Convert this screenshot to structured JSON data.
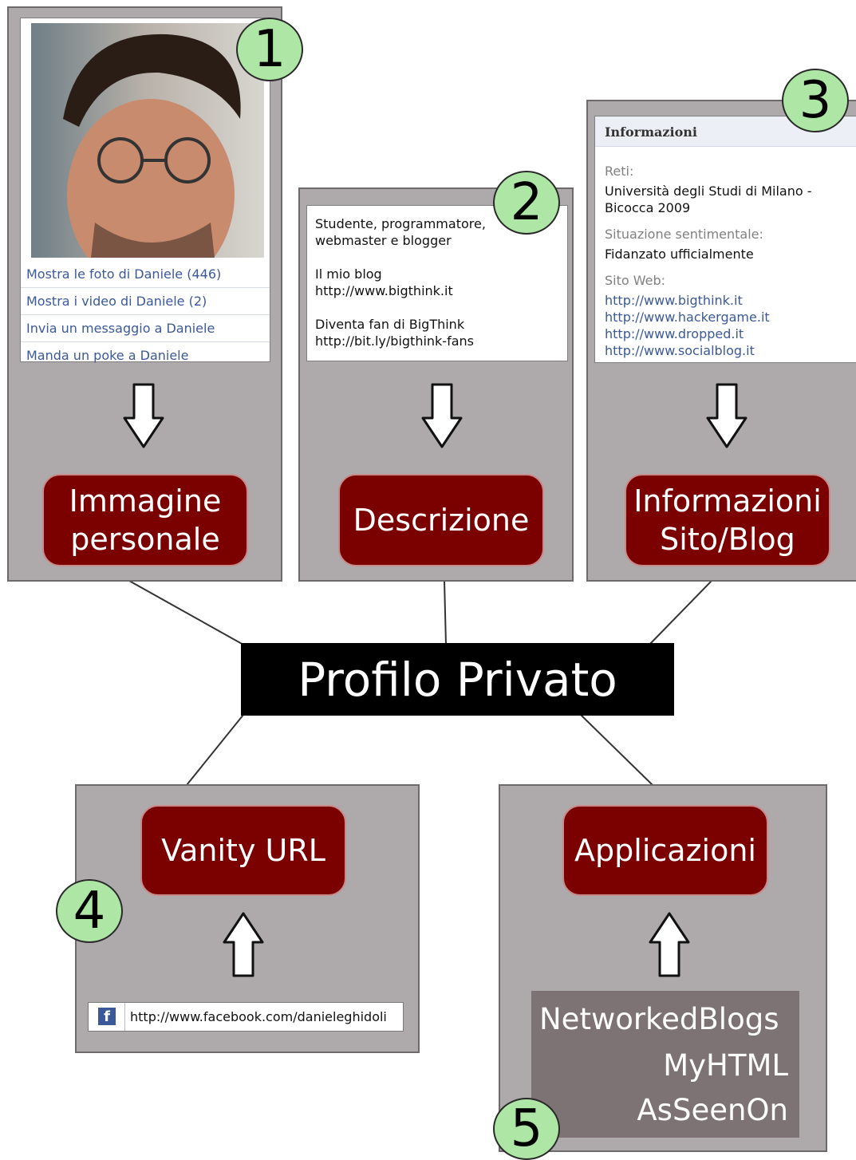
{
  "badges": [
    "1",
    "2",
    "3",
    "4",
    "5"
  ],
  "panel1": {
    "links": [
      "Mostra le foto di Daniele (446)",
      "Mostra i video di Daniele (2)",
      "Invia un messaggio a Daniele",
      "Manda un poke a Daniele"
    ],
    "label_lines": [
      "Immagine",
      "personale"
    ]
  },
  "panel2": {
    "line1": "Studente, programmatore,",
    "line2": "webmaster e blogger",
    "blog_label": "Il mio blog",
    "blog_url": "http://www.bigthink.it",
    "fan_label": "Diventa fan di BigThink",
    "fan_url": "http://bit.ly/bigthink-fans",
    "label": "Descrizione"
  },
  "panel3": {
    "header": "Informazioni",
    "reti_label": "Reti:",
    "reti_line1": "Università degli Studi di Milano -",
    "reti_line2": "Bicocca 2009",
    "situazione_label": "Situazione sentimentale:",
    "situazione_value": "Fidanzato ufficialmente",
    "sito_label": "Sito Web:",
    "sites": [
      "http://www.bigthink.it",
      "http://www.hackergame.it",
      "http://www.dropped.it",
      "http://www.socialblog.it"
    ],
    "label_lines": [
      "Informazioni",
      "Sito/Blog"
    ]
  },
  "center": {
    "title": "Profilo Privato"
  },
  "panel4": {
    "label": "Vanity URL",
    "fb_icon": "f",
    "url": "http://www.facebook.com/danieleghidoli"
  },
  "panel5": {
    "label": "Applicazioni",
    "apps": [
      "NetworkedBlogs",
      "MyHTML",
      "AsSeenOn"
    ]
  }
}
